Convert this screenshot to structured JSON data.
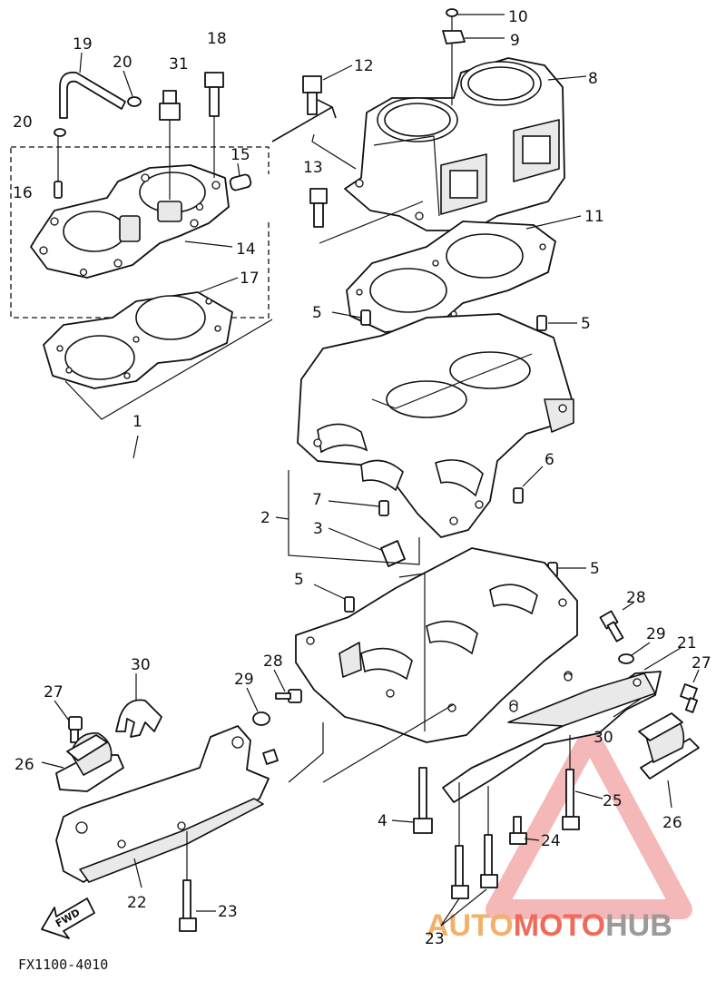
{
  "diagram_code": "FX1100-4010",
  "fwd_label": "FWD",
  "watermark": {
    "part1": "AUTO",
    "part2": "MOTO",
    "part3": "HUB"
  },
  "callouts": [
    {
      "id": "c1",
      "label": "1"
    },
    {
      "id": "c2",
      "label": "2"
    },
    {
      "id": "c3",
      "label": "3"
    },
    {
      "id": "c4",
      "label": "4"
    },
    {
      "id": "c5a",
      "label": "5"
    },
    {
      "id": "c5b",
      "label": "5"
    },
    {
      "id": "c5c",
      "label": "5"
    },
    {
      "id": "c5d",
      "label": "5"
    },
    {
      "id": "c6",
      "label": "6"
    },
    {
      "id": "c7",
      "label": "7"
    },
    {
      "id": "c8",
      "label": "8"
    },
    {
      "id": "c9",
      "label": "9"
    },
    {
      "id": "c10",
      "label": "10"
    },
    {
      "id": "c11",
      "label": "11"
    },
    {
      "id": "c12",
      "label": "12"
    },
    {
      "id": "c13",
      "label": "13"
    },
    {
      "id": "c14",
      "label": "14"
    },
    {
      "id": "c15",
      "label": "15"
    },
    {
      "id": "c16",
      "label": "16"
    },
    {
      "id": "c17",
      "label": "17"
    },
    {
      "id": "c18",
      "label": "18"
    },
    {
      "id": "c19",
      "label": "19"
    },
    {
      "id": "c20a",
      "label": "20"
    },
    {
      "id": "c20b",
      "label": "20"
    },
    {
      "id": "c21",
      "label": "21"
    },
    {
      "id": "c22",
      "label": "22"
    },
    {
      "id": "c23a",
      "label": "23"
    },
    {
      "id": "c23b",
      "label": "23"
    },
    {
      "id": "c24",
      "label": "24"
    },
    {
      "id": "c25",
      "label": "25"
    },
    {
      "id": "c26a",
      "label": "26"
    },
    {
      "id": "c26b",
      "label": "26"
    },
    {
      "id": "c27a",
      "label": "27"
    },
    {
      "id": "c27b",
      "label": "27"
    },
    {
      "id": "c28a",
      "label": "28"
    },
    {
      "id": "c28b",
      "label": "28"
    },
    {
      "id": "c29a",
      "label": "29"
    },
    {
      "id": "c29b",
      "label": "29"
    },
    {
      "id": "c30a",
      "label": "30"
    },
    {
      "id": "c30b",
      "label": "30"
    },
    {
      "id": "c31",
      "label": "31"
    }
  ]
}
